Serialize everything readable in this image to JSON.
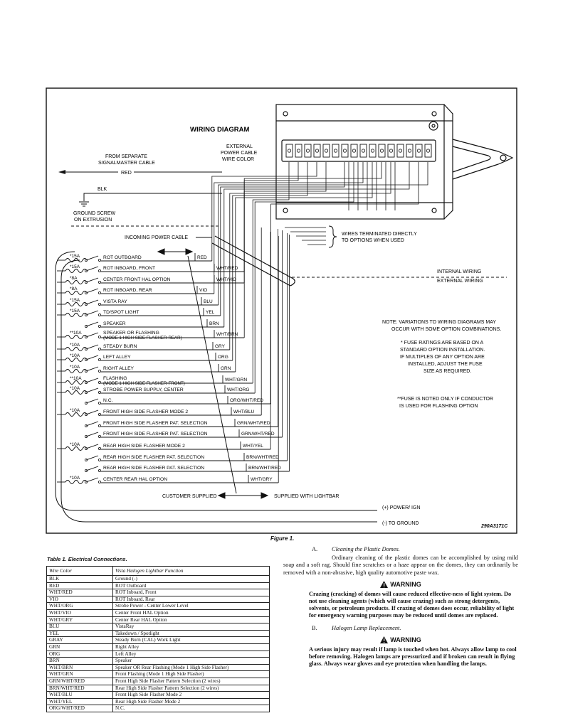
{
  "diagram": {
    "title": "WIRING DIAGRAM",
    "from_separate_1": "FROM SEPARATE",
    "from_separate_2": "SIGNALMASTER CABLE",
    "red_label": "RED",
    "external_1": "EXTERNAL",
    "external_2": "POWER CABLE",
    "external_3": "WIRE COLOR",
    "blk_label": "BLK",
    "ground_1": "GROUND SCREW",
    "ground_2": "ON EXTRUSION",
    "incoming": "INCOMING POWER CABLE",
    "terminated_1": "WIRES TERMINATED DIRECTLY",
    "terminated_2": "TO OPTIONS WHEN USED",
    "internal": "INTERNAL WIRING",
    "external": "EXTERNAL WIRING",
    "note_1": "NOTE:  VARIATIONS TO WIRING DIAGRAMS MAY",
    "note_2": "OCCUR WITH SOME OPTION COMBINATIONS.",
    "fuse_1": "* FUSE RATINGS ARE BASED ON A",
    "fuse_2": "STANDARD OPTION INSTALLATION.",
    "fuse_3": "IF MULTIPLES OF ANY OPTION ARE",
    "fuse_4": "INSTALLED, ADJUST THE FUSE",
    "fuse_5": "SIZE AS REQUIRED.",
    "fuse_note_1": "**FUSE IS NOTED ONLY IF CONDUCTOR",
    "fuse_note_2": "IS USED FOR FLASHING OPTION",
    "customer_supplied": "CUSTOMER SUPPLIED",
    "supplied_lightbar": "SUPPLIED WITH LIGHTBAR",
    "power_ign": "(+) POWER/ IGN",
    "to_ground": "(-) TO GROUND",
    "part_no": "290A3171C",
    "rows": [
      {
        "fuse": "*15A",
        "func": "ROT OUTBOARD",
        "func2": "",
        "color": "RED"
      },
      {
        "fuse": "*15A",
        "func": "ROT INBOARD, FRONT",
        "func2": "",
        "color": "WHT/RED"
      },
      {
        "fuse": "*8A",
        "func": "CENTER FRONT HAL OPTION",
        "func2": "",
        "color": "WHT/VIO"
      },
      {
        "fuse": "*8A",
        "func": "ROT INBOARD, REAR",
        "func2": "",
        "color": "VIO"
      },
      {
        "fuse": "*15A",
        "func": "VISTA RAY",
        "func2": "",
        "color": "BLU"
      },
      {
        "fuse": "*15A",
        "func": "TD/SPOT LIGHT",
        "func2": "",
        "color": "YEL"
      },
      {
        "fuse": "",
        "func": "SPEAKER",
        "func2": "",
        "color": "BRN"
      },
      {
        "fuse": "**10A",
        "func": "SPEAKER OR FLASHING",
        "func2": "(MODE 1 HIGH SIDE FLASHER-REAR)",
        "color": "WHT/BRN"
      },
      {
        "fuse": "*10A",
        "func": "STEADY BURN",
        "func2": "",
        "color": "GRY"
      },
      {
        "fuse": "*10A",
        "func": "LEFT ALLEY",
        "func2": "",
        "color": "ORG"
      },
      {
        "fuse": "*10A",
        "func": "RIGHT ALLEY",
        "func2": "",
        "color": "GRN"
      },
      {
        "fuse": "**10A",
        "func": "FLASHING",
        "func2": "(MODE 1 HIGH SIDE FLASHER-FRONT)",
        "color": "WHT/GRN"
      },
      {
        "fuse": "*10A",
        "func": "STROBE POWER SUPPLY, CENTER",
        "func2": "",
        "color": "WHT/ORG"
      },
      {
        "fuse": "",
        "func": "N.C.",
        "func2": "",
        "color": "ORG/WHT/RED"
      },
      {
        "fuse": "*10A",
        "func": "FRONT HIGH SIDE FLASHER MODE 2",
        "func2": "",
        "color": "WHT/BLU"
      },
      {
        "fuse": "",
        "func": "FRONT HIGH SIDE FLASHER PAT. SELECTION",
        "func2": "",
        "color": "GRN/WHT/RED"
      },
      {
        "fuse": "",
        "func": "FRONT HIGH SIDE FLASHER PAT. SELECTION",
        "func2": "",
        "color": "GRN/WHT/RED"
      },
      {
        "fuse": "*10A",
        "func": "REAR HIGH SIDE FLASHER MODE 2",
        "func2": "",
        "color": "WHT/YEL"
      },
      {
        "fuse": "",
        "func": "REAR HIGH SIDE FLASHER PAT. SELECTION",
        "func2": "",
        "color": "BRN/WHT/RED"
      },
      {
        "fuse": "",
        "func": "REAR HIGH SIDE FLASHER PAT. SELECTION",
        "func2": "",
        "color": "BRN/WHT/RED"
      },
      {
        "fuse": "*10A",
        "func": "CENTER REAR HAL OPTION",
        "func2": "",
        "color": "WHT/GRY"
      }
    ]
  },
  "figure_caption": "Figure 1.",
  "table": {
    "caption": "Table 1. Electrical Connections.",
    "header_color": "Wire Color",
    "header_function": "Vista Halogen Lightbar Function",
    "rows": [
      [
        "BLK",
        "Ground (-)"
      ],
      [
        "RED",
        "ROT Outboard"
      ],
      [
        "WHT/RED",
        "ROT Inboard, Front"
      ],
      [
        "VIO",
        "ROT Inboard, Rear"
      ],
      [
        "WHT/ORG",
        "Strobe Power - Center Lower Level"
      ],
      [
        "WHT/VIO",
        "Center Front HAL Option"
      ],
      [
        "WHT/GRY",
        "Center Rear HAL Option"
      ],
      [
        "BLU",
        "VistaRay"
      ],
      [
        "YEL",
        "Takedown / Spotlight"
      ],
      [
        "GRAY",
        "Steady Burn (CAL) Work Light"
      ],
      [
        "GRN",
        "Right Alley"
      ],
      [
        "ORG",
        "Left Alley"
      ],
      [
        "BRN",
        "Speaker"
      ],
      [
        "WHT/BRN",
        "Speaker OR Rear Flashing (Mode 1 High Side Flasher)"
      ],
      [
        "WHT/GRN",
        "Front Flashing (Mode 1 High Side Flasher)"
      ],
      [
        "GRN/WHT/RED",
        "Front High Side Flasher Pattern Selection (2 wires)"
      ],
      [
        "BRN/WHT/RED",
        "Rear High Side Flasher Pattern Selection (2 wires)"
      ],
      [
        "WHT/BLU",
        "Front High Side Flasher Mode 2"
      ],
      [
        "WHT/YEL",
        "Rear High Side Flasher Mode 2"
      ],
      [
        "ORG/WHT/RED",
        "N.C."
      ]
    ]
  },
  "section_a": {
    "letter": "A.",
    "title": "Cleaning the Plastic Domes.",
    "body": "Ordinary cleaning of the plastic domes can be accomplished by using mild soap and a soft rag. Should fine scratches or a haze appear on the domes, they can ordinarily be removed with a non-abrasive, high quality automotive paste wax."
  },
  "warning_1": {
    "label": "WARNING",
    "body": "Crazing (cracking) of domes will cause reduced effective-ness of light system. Do not use cleaning agents (which will cause crazing) such as strong detergents, solvents, or petroleum products. If crazing of domes does occur, reliability of light for emergency warning purposes may be reduced until domes are replaced."
  },
  "section_b": {
    "letter": "B.",
    "title": "Halogen Lamp Replacement."
  },
  "warning_2": {
    "label": "WARNING",
    "body": "A serious injury may result if lamp is touched when hot. Always allow lamp to cool before removing. Halogen lamps are pressurized and if broken can result in flying glass. Always wear gloves and eye protection when handling the lamps."
  }
}
